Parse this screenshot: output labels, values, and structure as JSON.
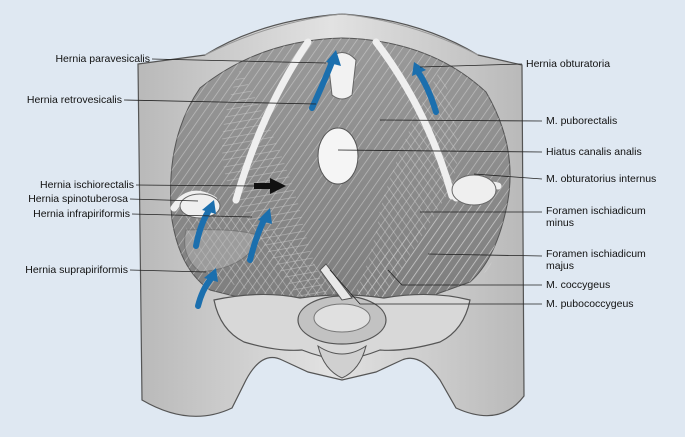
{
  "colors": {
    "background": "#dfe8f2",
    "bone": "#c9c9c9",
    "muscle": "#8e8e8e",
    "arrow_blue": "#1b6fae",
    "arrow_black": "#111111"
  },
  "labels_left": [
    {
      "text": "Hernia paravesicalis"
    },
    {
      "text": "Hernia retrovesicalis"
    },
    {
      "text": "Hernia ischiorectalis"
    },
    {
      "text": "Hernia spinotuberosa"
    },
    {
      "text": "Hernia infrapiriformis"
    },
    {
      "text": "Hernia suprapiriformis"
    }
  ],
  "labels_right": [
    {
      "line1": "Hernia obturatoria",
      "line2": ""
    },
    {
      "line1": "M. puborectalis",
      "line2": ""
    },
    {
      "line1": "Hiatus canalis analis",
      "line2": ""
    },
    {
      "line1": "M. obturatorius internus",
      "line2": ""
    },
    {
      "line1": "Foramen ischiadicum",
      "line2": "minus"
    },
    {
      "line1": "Foramen ischiadicum",
      "line2": "majus"
    },
    {
      "line1": "M. coccygeus",
      "line2": ""
    },
    {
      "line1": "M. pubococcygeus",
      "line2": ""
    }
  ]
}
